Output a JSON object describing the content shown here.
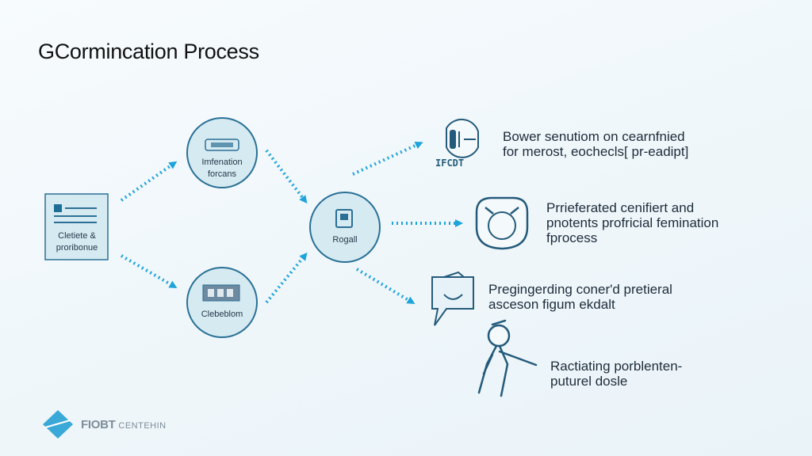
{
  "title": "GCormincation Process",
  "nodes": {
    "input": {
      "label": "Cletiete & proribonue"
    },
    "top": {
      "label": "Imfenation forcans"
    },
    "bottom": {
      "label": "Clebeblom"
    },
    "center": {
      "label": "Rogall"
    }
  },
  "outputs": [
    {
      "line1": "Bower senutiom on cearnfnied",
      "line2": "for merost, eochecls[ pr-eadipt]",
      "icon": "monitor-icon"
    },
    {
      "line1": "Prrieferated cenifiert and",
      "line2": "pnotents profricial femination",
      "line3": "fprocess",
      "icon": "shield-icon"
    },
    {
      "line1": "Pregingerding coner'd pretieral",
      "line2": "asceson figum ekdalt",
      "icon": "document-icon"
    },
    {
      "line1": "Ractiating porblenten-",
      "line2": "puturel dosle",
      "icon": "person-icon"
    }
  ],
  "icon_caption": "IFCDT",
  "logo": {
    "main": "FIOBT",
    "tail": "CENTEHIN"
  },
  "colors": {
    "accent": "#1ea3da",
    "node_fill": "#d6eaf1",
    "node_stroke": "#2a7196",
    "line": "#2c6f95"
  }
}
